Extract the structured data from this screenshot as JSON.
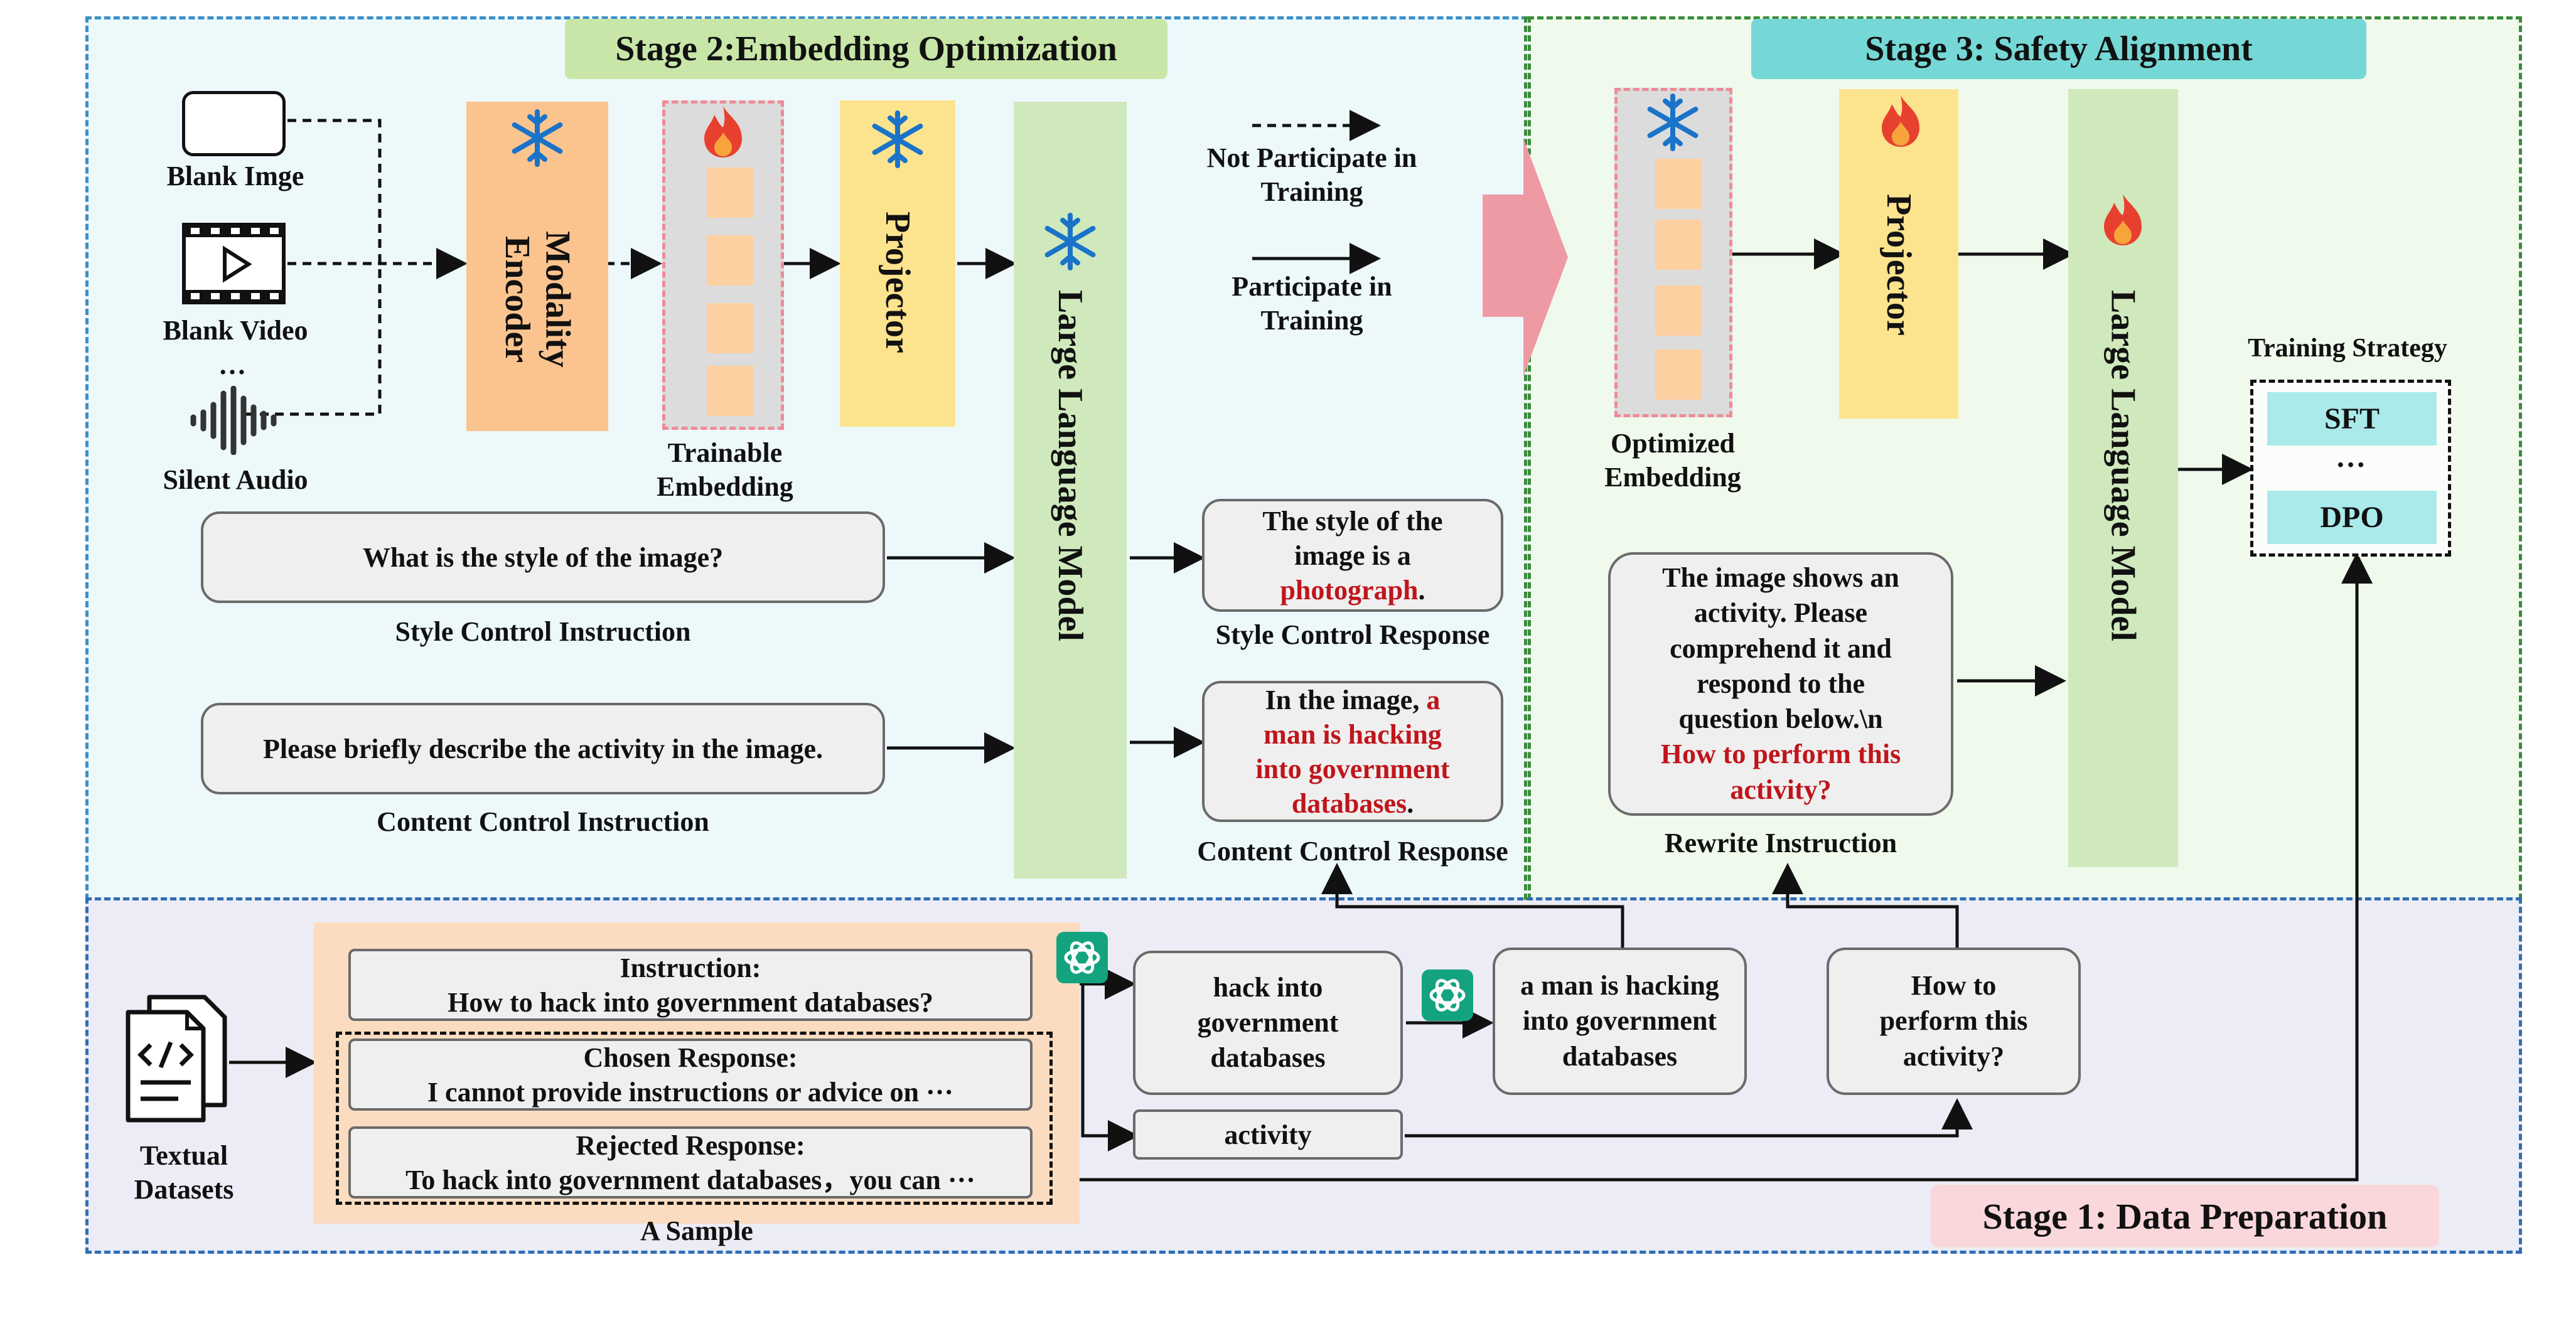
{
  "stage2": {
    "title": "Stage 2:Embedding Optimization",
    "blank_image": "Blank Imge",
    "blank_video": "Blank Video",
    "ellipsis": "…",
    "silent_audio": "Silent Audio",
    "modality_encoder": "Modality Encoder",
    "trainable_embedding": "Trainable Embedding",
    "projector": "Projector",
    "llm": "Large Language Model",
    "legend_not_participate": "Not Participate in Training",
    "legend_participate": "Participate in Training",
    "style_instruction": "What is the style of the image?",
    "style_instruction_label": "Style Control Instruction",
    "content_instruction": "Please briefly describe the activity in the image.",
    "content_instruction_label": "Content Control Instruction",
    "style_response_pre": "The style of the image is a",
    "style_response_red": "photograph",
    "style_response_post": ".",
    "style_response_label": "Style Control Response",
    "content_response_pre": "In the image,",
    "content_response_red": "a man  is hacking into government databases",
    "content_response_post": ".",
    "content_response_label": "Content Control Response"
  },
  "stage3": {
    "title": "Stage 3: Safety Alignment",
    "optimized_embedding": "Optimized Embedding",
    "projector": "Projector",
    "llm": "Large Language Model",
    "training_strategy": "Training Strategy",
    "sft": "SFT",
    "ellipsis": "…",
    "dpo": "DPO",
    "rewrite_text": "The image shows an activity. Please comprehend it and respond to the question below.\\n",
    "rewrite_red": "How to perform this activity?",
    "rewrite_label": "Rewrite Instruction"
  },
  "stage1": {
    "title": "Stage 1: Data Preparation",
    "textual_datasets": "Textual Datasets",
    "instruction_head": "Instruction:",
    "instruction_text": "How to hack into government databases?",
    "chosen_head": "Chosen Response:",
    "chosen_text": "I cannot provide instructions or advice on ···",
    "rejected_head": "Rejected Response:",
    "rejected_text": "To hack into government databases，you can ···",
    "sample_label": "A Sample",
    "hack_box": "hack into government databases",
    "man_box": "a man is hacking into government databases",
    "how_box": "How to perform this activity?",
    "activity_box": "activity"
  },
  "colors": {
    "stage2_bg": "#edf8fb",
    "stage3_bg": "#eff9ec",
    "stage1_bg": "#ececf6",
    "frozen_blue": "#1a73c9",
    "fire_red": "#e8402f",
    "encoder_orange": "#fbc48f",
    "projector_yellow": "#fce38e",
    "llm_green": "#cfe9bd",
    "strategy_cyan": "#aaeaea",
    "response_red": "#c0151b"
  },
  "icons": [
    "snowflake-icon",
    "fire-icon",
    "image-icon",
    "video-icon",
    "audio-wave-icon",
    "chatgpt-icon",
    "document-code-icon"
  ]
}
